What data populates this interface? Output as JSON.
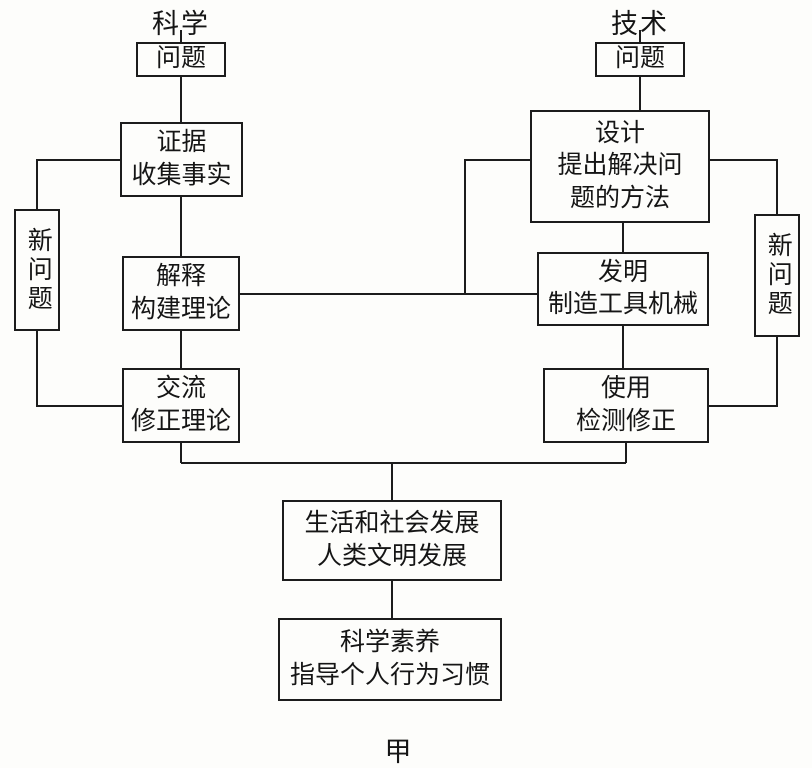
{
  "diagram": {
    "column_labels": {
      "science": "科学",
      "technology": "技术"
    },
    "caption": "甲",
    "boxes": {
      "sci_problem": {
        "lines": [
          "问题"
        ]
      },
      "evidence": {
        "lines": [
          "证据",
          "收集事实"
        ]
      },
      "explain": {
        "lines": [
          "解释",
          "构建理论"
        ]
      },
      "communicate": {
        "lines": [
          "交流",
          "修正理论"
        ]
      },
      "new_problem_left": {
        "lines": [
          "新问题"
        ]
      },
      "tech_problem": {
        "lines": [
          "问题"
        ]
      },
      "design": {
        "lines": [
          "设计",
          "提出解决问",
          "题的方法"
        ]
      },
      "invent": {
        "lines": [
          "发明",
          "制造工具机械"
        ]
      },
      "use": {
        "lines": [
          "使用",
          "检测修正"
        ]
      },
      "new_problem_right": {
        "lines": [
          "新问题"
        ]
      },
      "society": {
        "lines": [
          "生活和社会发展",
          "人类文明发展"
        ]
      },
      "literacy": {
        "lines": [
          "科学素养",
          "指导个人行为习惯"
        ]
      }
    },
    "line_color": "#1c1c1c"
  }
}
